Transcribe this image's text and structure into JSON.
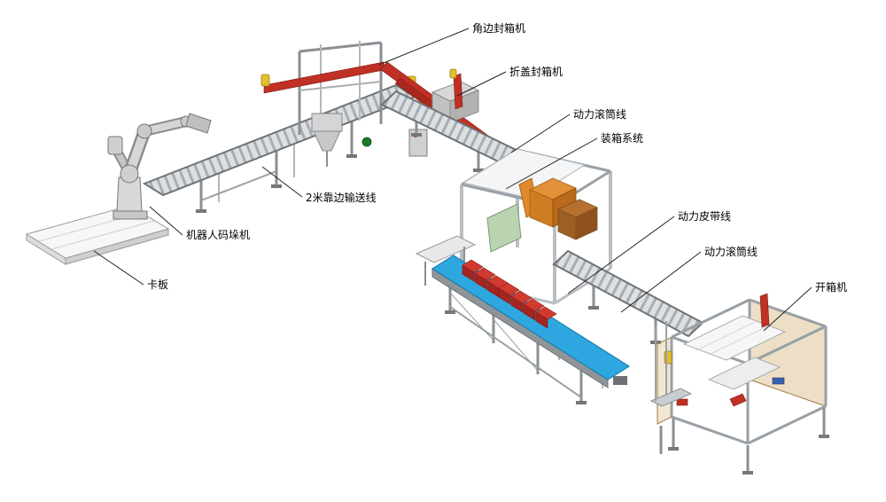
{
  "diagram": {
    "type": "packaging-line-3d-layout",
    "labels": [
      {
        "id": "corner-sealer",
        "text": "角边封箱机"
      },
      {
        "id": "flap-sealer",
        "text": "折盖封箱机"
      },
      {
        "id": "power-roller-line-1",
        "text": "动力滚筒线"
      },
      {
        "id": "case-packing-system",
        "text": "装箱系统"
      },
      {
        "id": "power-belt-line",
        "text": "动力皮带线"
      },
      {
        "id": "power-roller-line-2",
        "text": "动力滚筒线"
      },
      {
        "id": "carton-erector",
        "text": "开箱机"
      },
      {
        "id": "conveyor-2m",
        "text": "2米靠边输送线"
      },
      {
        "id": "robot-palletizer",
        "text": "机器人码垛机"
      },
      {
        "id": "pallet",
        "text": "卡板"
      }
    ],
    "colors": {
      "machine_red": "#c03024",
      "belt_blue": "#2ea7e0",
      "box_orange": "#e29138",
      "box_brown": "#a9642a",
      "panel_green": "#b9d4ae",
      "panel_tan": "#d9c08e",
      "frame_gray": "#9aa0a6",
      "leader_line": "#222222"
    }
  }
}
